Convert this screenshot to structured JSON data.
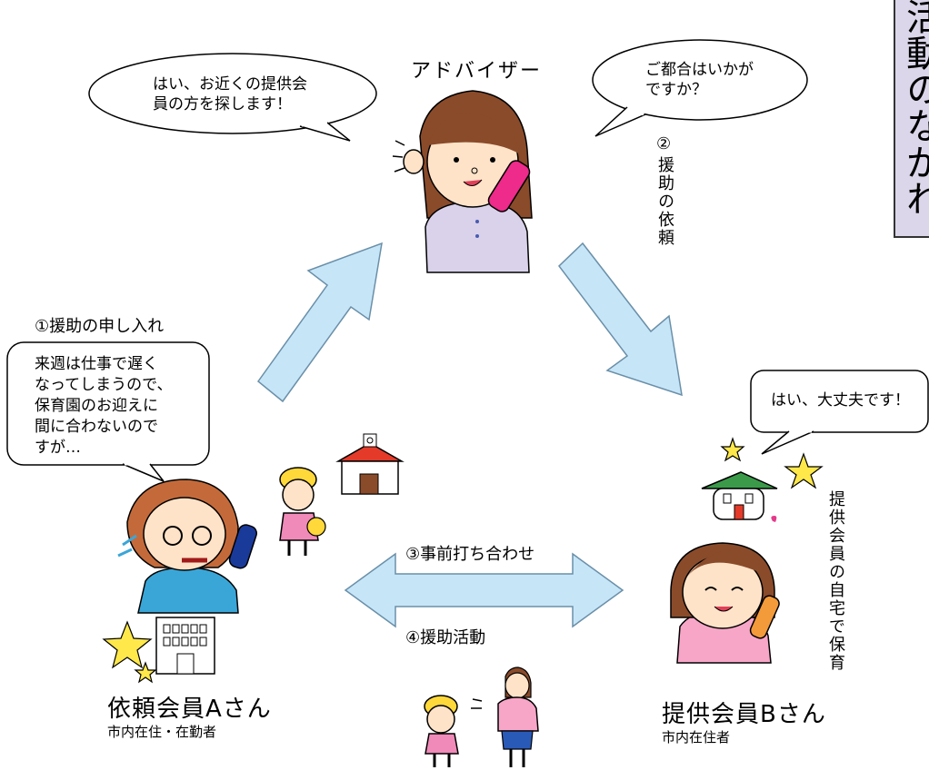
{
  "advisor": {
    "title": "アドバイザー",
    "bubble_left": [
      "はい、お近くの提供会",
      "員の方を探します！"
    ],
    "bubble_right": [
      "ご都合はいかが",
      "ですか？"
    ]
  },
  "steps": {
    "step1": "①援助の申し入れ",
    "step2_num": "②",
    "step2_text": "援助の依頼",
    "step3": "③事前打ち合わせ",
    "step4": "④援助活動"
  },
  "member_a": {
    "bubble": [
      "来週は仕事で遅く",
      "なってしまうので、",
      "保育園のお迎えに",
      "間に合わないので",
      "すが…"
    ],
    "name": "依頼会員Aさん",
    "sub": "市内在住・在勤者"
  },
  "member_b": {
    "bubble": "はい、大丈夫です！",
    "vertical": "提供会員の自宅で保育",
    "name": "提供会員Bさん",
    "sub": "市内在住者"
  },
  "side_panel": {
    "text": "活動のながれ"
  },
  "colors": {
    "arrow_fill": "#c6e6f8",
    "arrow_stroke": "#6a8fa8",
    "star": "#ffe84a",
    "house_roof_red": "#e43a2a",
    "house_roof_green": "#3a9a4a"
  }
}
